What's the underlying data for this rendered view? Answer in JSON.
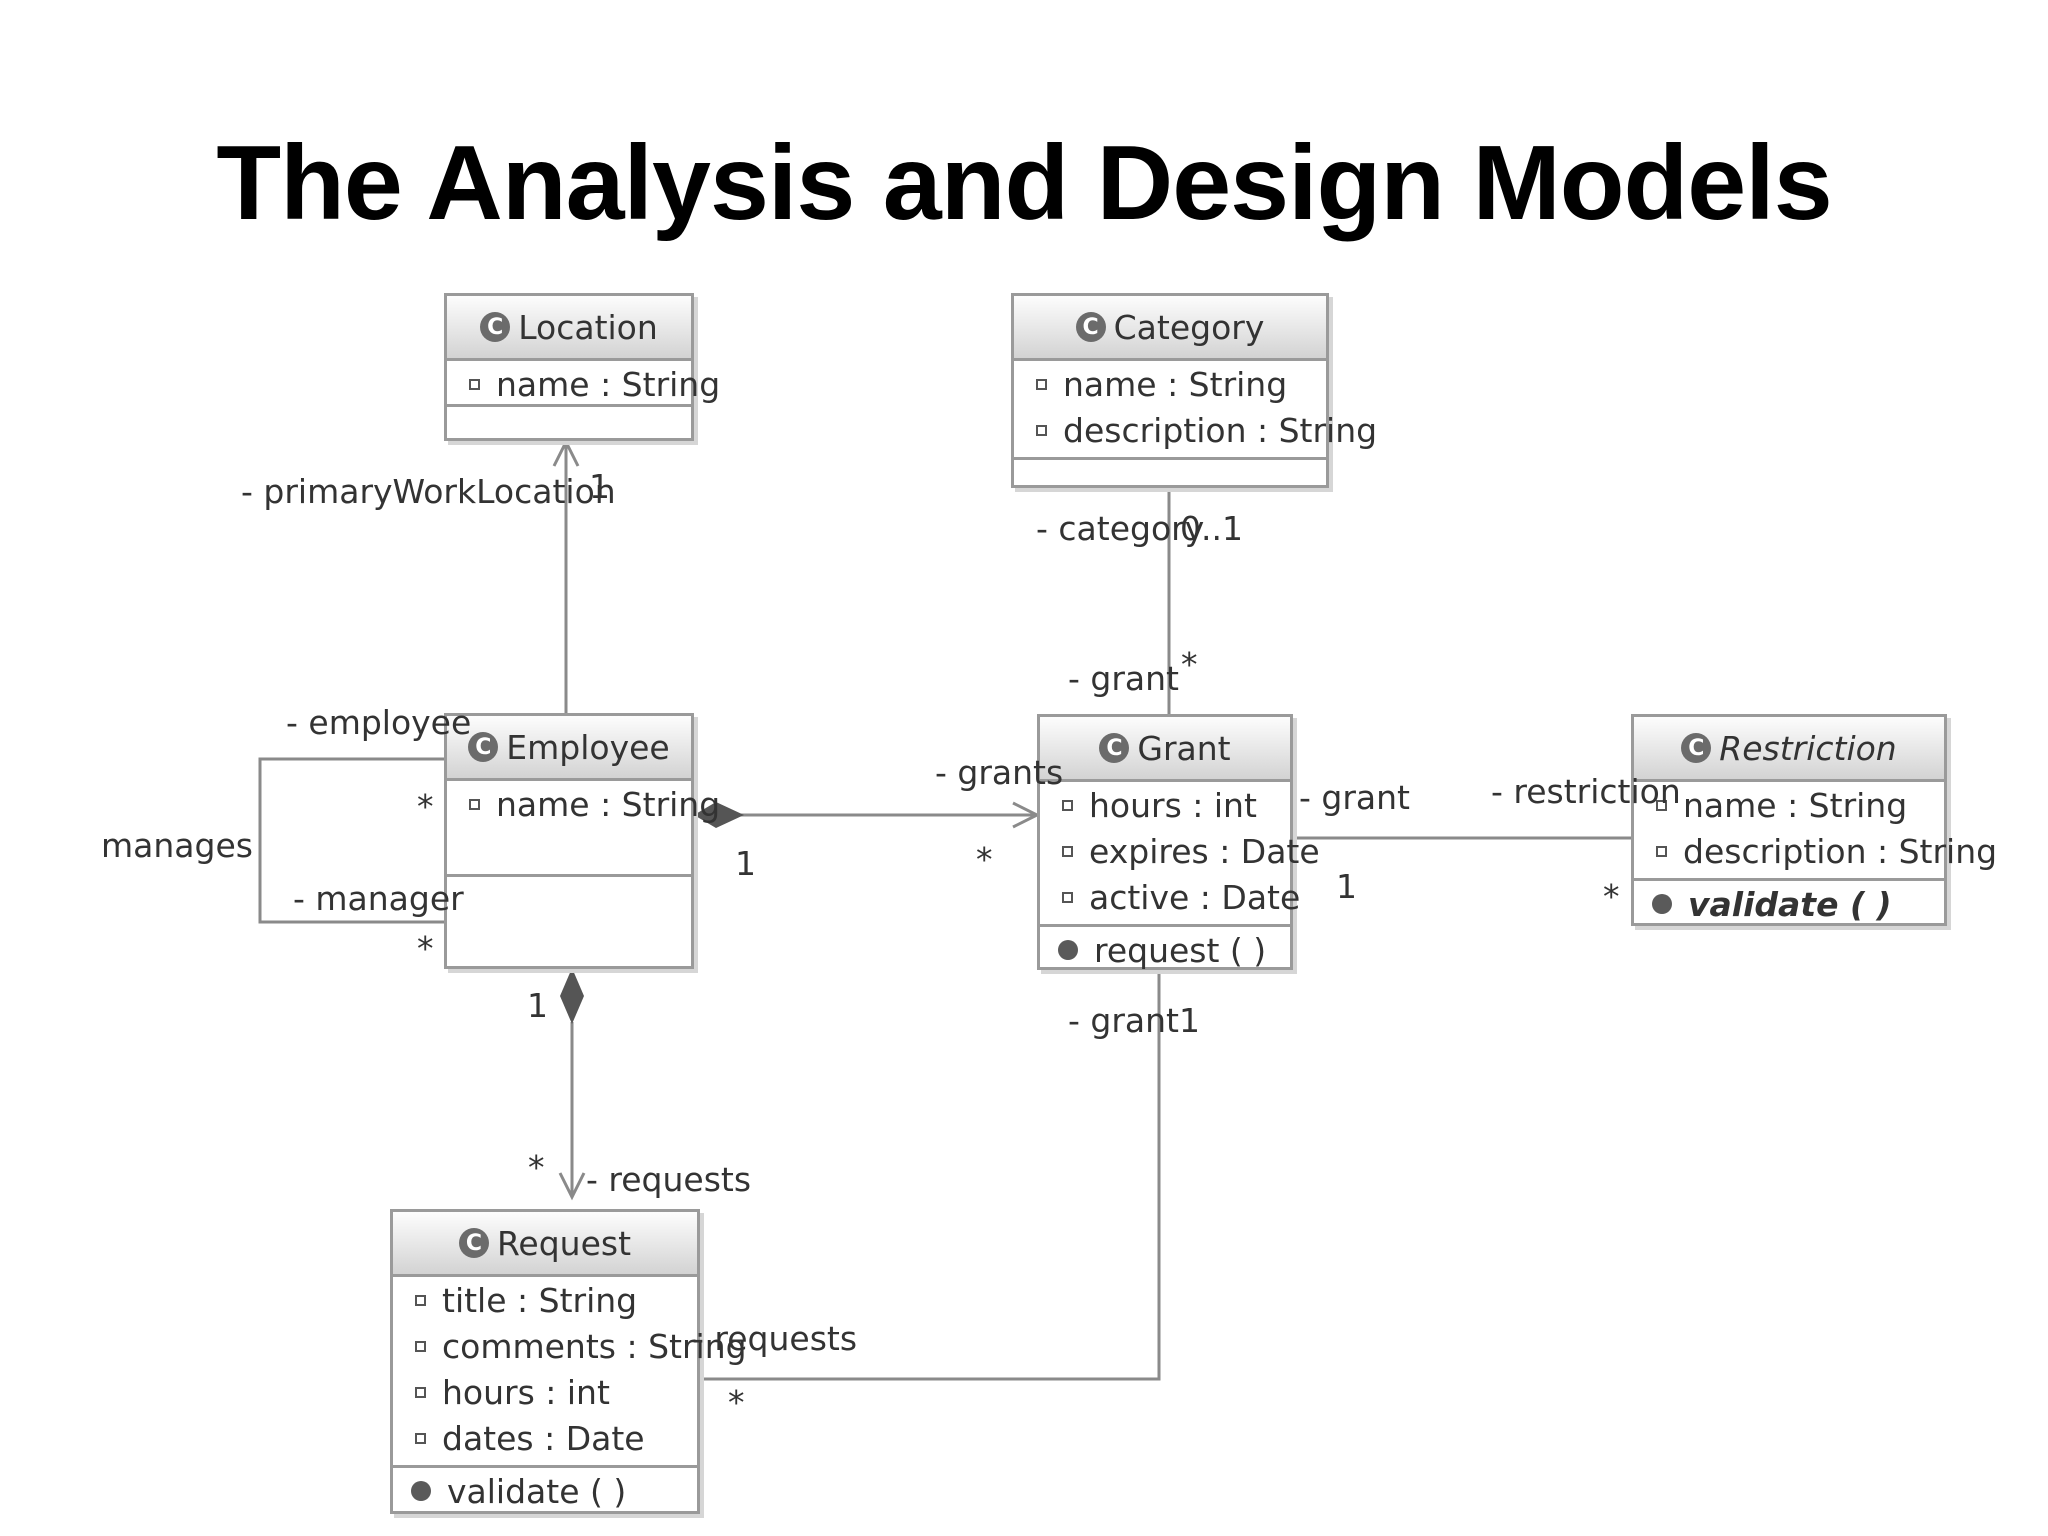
{
  "title": "The Analysis and Design Models",
  "classes": {
    "location": {
      "name": "Location",
      "attributes": [
        "name : String"
      ],
      "operations": []
    },
    "category": {
      "name": "Category",
      "attributes": [
        "name : String",
        "description : String"
      ],
      "operations": []
    },
    "employee": {
      "name": "Employee",
      "attributes": [
        "name : String"
      ],
      "operations": []
    },
    "grant": {
      "name": "Grant",
      "attributes": [
        "hours : int",
        "expires : Date",
        "active : Date"
      ],
      "operations": [
        "request ( )"
      ]
    },
    "restriction": {
      "name": "Restriction",
      "abstract": true,
      "attributes": [
        "name : String",
        "description : String"
      ],
      "operations": [
        "validate ( )"
      ]
    },
    "request": {
      "name": "Request",
      "attributes": [
        "title : String",
        "comments : String",
        "hours : int",
        "dates : Date"
      ],
      "operations": [
        "validate ( )"
      ]
    }
  },
  "class_icon_glyph": "C",
  "labels": {
    "primary_work_location": "- primaryWorkLocation",
    "location_mult": "1",
    "category_role": "- category",
    "category_mult": "0..1",
    "grant_role_top": "- grant",
    "grant_mult_top": "*",
    "employee_role": "- employee",
    "employee_mult": "*",
    "manages": "manages",
    "manager_role": "- manager",
    "manager_mult": "*",
    "grants_role": "- grants",
    "employee_grants_mult": "1",
    "grants_mult": "*",
    "grant_role_right": "- grant",
    "restriction_role": "- restriction",
    "grant_restriction_mult": "1",
    "restriction_mult": "*",
    "grant_role_bottom": "- grant",
    "grant_mult_bottom": "1",
    "employee_requests_mult": "1",
    "requests_mult": "*",
    "requests_role_left": "- requests",
    "requests_role_right": "- requests",
    "requests_mult_right": "*"
  },
  "colors": {
    "line": "#8a8a8a",
    "diamond": "#555555",
    "header_top": "#fdfdfd",
    "header_bottom": "#d3d3d3",
    "border": "#9a9a9a"
  }
}
